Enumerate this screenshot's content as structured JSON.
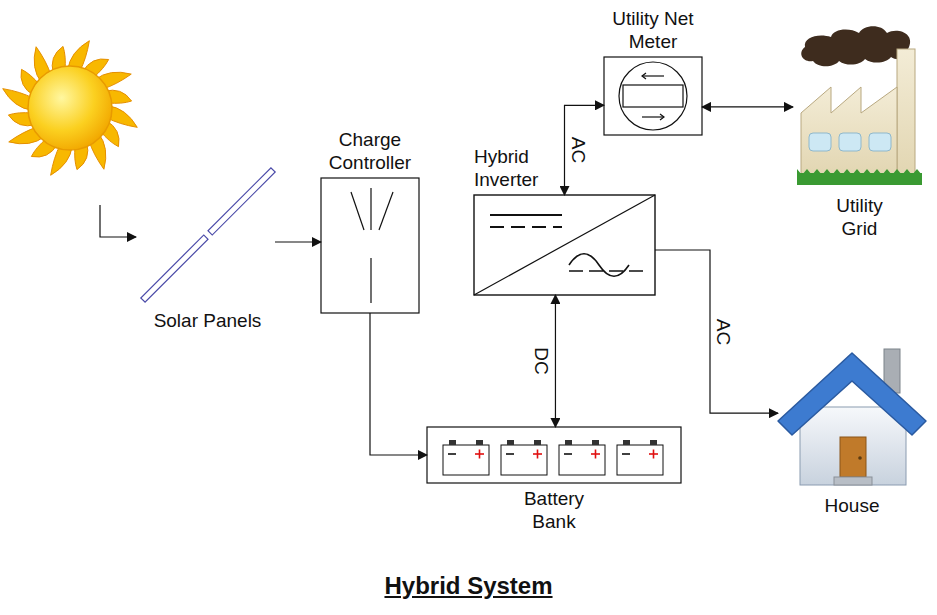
{
  "diagram": {
    "title": "Hybrid System",
    "nodes": [
      {
        "text": [
          "Solar Panels"
        ]
      },
      {
        "text": [
          "Charge Controller"
        ]
      },
      {
        "text": [
          "Utility Net Meter"
        ]
      },
      {
        "text": [
          "Hybrid Inverter"
        ]
      },
      {
        "text": [
          "Utility Grid"
        ]
      },
      {
        "text": [
          "Battery Bank"
        ]
      },
      {
        "text": [
          "House"
        ]
      }
    ],
    "edges": [
      {
        "from": 0,
        "to": 1,
        "arrow": "to"
      },
      {
        "from": 1,
        "to": 5,
        "arrow": "to"
      },
      {
        "from": 3,
        "to": 2,
        "label": "AC",
        "arrow": "both"
      },
      {
        "from": 2,
        "to": 4,
        "arrow": "both"
      },
      {
        "from": 3,
        "to": 5,
        "label": "DC",
        "arrow": "both"
      },
      {
        "from": 3,
        "to": 6,
        "label": "AC",
        "arrow": "to"
      }
    ]
  }
}
